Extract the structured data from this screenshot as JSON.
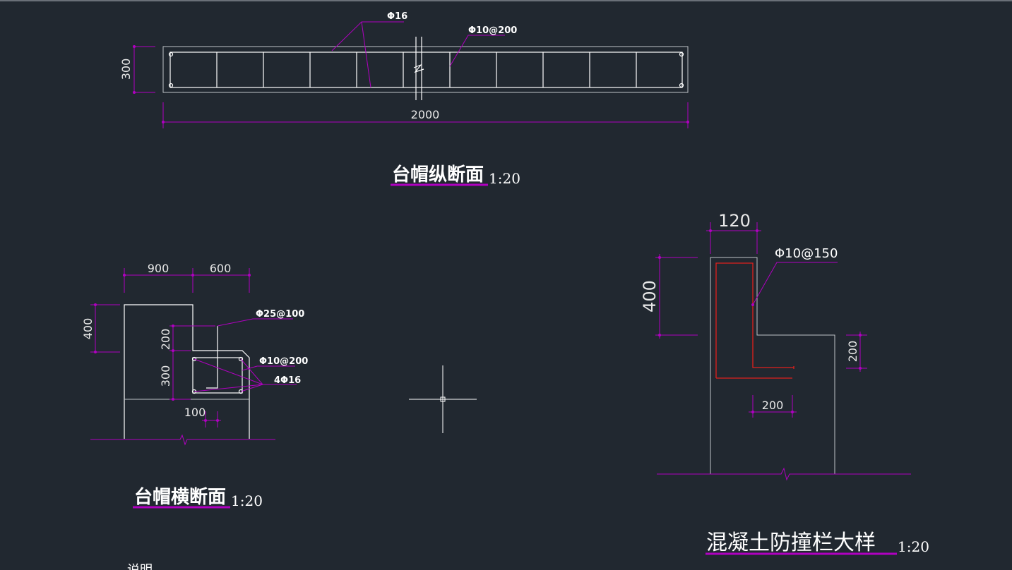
{
  "window": {
    "border_color": "#6a7078",
    "background": "#212830"
  },
  "colors": {
    "geometry": "#ffffff",
    "dimension": "#b000c0",
    "rebar_highlight": "#e0201c",
    "text": "#ffffff"
  },
  "longitudinal_section": {
    "title": "台帽纵断面",
    "scale": "1:20",
    "dim_height": "300",
    "dim_length": "2000",
    "label_main_bar": "Φ16",
    "label_stirrup": "Φ10@200"
  },
  "transverse_section": {
    "title": "台帽横断面",
    "scale": "1:20",
    "dim_left_width": "900",
    "dim_right_width": "600",
    "dim_top_height": "400",
    "dim_step_height": "200",
    "dim_beam_height": "300",
    "dim_offset": "100",
    "label_bar_25": "Φ25@100",
    "label_stirrup": "Φ10@200",
    "label_main_bars": "4Φ16"
  },
  "guardrail_detail": {
    "title": "混凝土防撞栏大样",
    "scale": "1:20",
    "dim_width": "120",
    "dim_height": "400",
    "dim_embed_depth": "200",
    "dim_hook_length": "200",
    "label_bar": "Φ10@150"
  },
  "notes": {
    "heading": "说明"
  },
  "cursor": {
    "icon": "crosshair-cursor-icon"
  }
}
